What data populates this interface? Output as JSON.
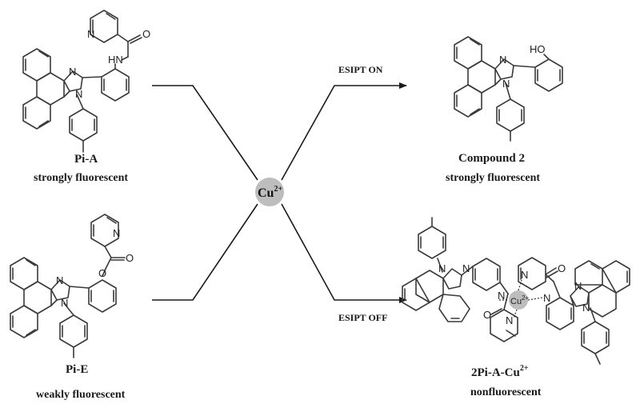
{
  "compounds": {
    "pi_a": {
      "name": "Pi-A",
      "desc": "strongly fluorescent"
    },
    "pi_e": {
      "name": "Pi-E",
      "desc": "weakly fluorescent"
    },
    "compound2": {
      "name": "Compound 2",
      "desc": "strongly fluorescent"
    },
    "complex": {
      "name": "2Pi-A-Cu",
      "name_sup": "2+",
      "desc": "nonfluorescent"
    }
  },
  "center": {
    "label": "Cu",
    "charge": "2+"
  },
  "arrows": {
    "on": "ESIPT ON",
    "off": "ESIPT OFF"
  },
  "atoms": {
    "n": "N",
    "o": "O",
    "hn": "HN",
    "ho": "HO",
    "cu": "Cu",
    "cu_charge": "2+"
  },
  "colors": {
    "bond": "#3a3a3a",
    "copper": "#bdbdbd",
    "text": "#1a1a1a"
  }
}
